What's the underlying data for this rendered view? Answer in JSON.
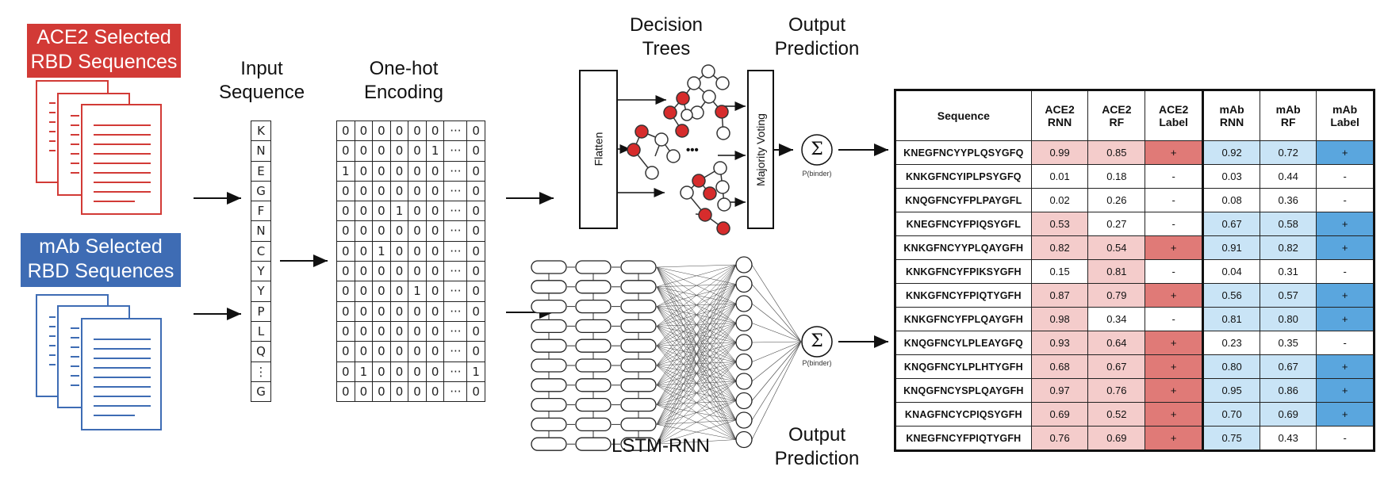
{
  "sources": {
    "ace2": {
      "line1": "ACE2 Selected",
      "line2": "RBD Sequences",
      "color": "#d23a36"
    },
    "mab": {
      "line1": "mAb Selected",
      "line2": "RBD Sequences",
      "color": "#3e6cb4"
    }
  },
  "input_sequence": {
    "title_line1": "Input",
    "title_line2": "Sequence",
    "residues": [
      "K",
      "N",
      "E",
      "G",
      "F",
      "N",
      "C",
      "Y",
      "Y",
      "P",
      "L",
      "Q",
      "⋮",
      "G"
    ]
  },
  "one_hot": {
    "title_line1": "One-hot",
    "title_line2": "Encoding",
    "rows": [
      [
        "0",
        "0",
        "0",
        "0",
        "0",
        "0",
        "···",
        "0"
      ],
      [
        "0",
        "0",
        "0",
        "0",
        "0",
        "1",
        "···",
        "0"
      ],
      [
        "1",
        "0",
        "0",
        "0",
        "0",
        "0",
        "···",
        "0"
      ],
      [
        "0",
        "0",
        "0",
        "0",
        "0",
        "0",
        "···",
        "0"
      ],
      [
        "0",
        "0",
        "0",
        "1",
        "0",
        "0",
        "···",
        "0"
      ],
      [
        "0",
        "0",
        "0",
        "0",
        "0",
        "0",
        "···",
        "0"
      ],
      [
        "0",
        "0",
        "1",
        "0",
        "0",
        "0",
        "···",
        "0"
      ],
      [
        "0",
        "0",
        "0",
        "0",
        "0",
        "0",
        "···",
        "0"
      ],
      [
        "0",
        "0",
        "0",
        "0",
        "1",
        "0",
        "···",
        "0"
      ],
      [
        "0",
        "0",
        "0",
        "0",
        "0",
        "0",
        "···",
        "0"
      ],
      [
        "0",
        "0",
        "0",
        "0",
        "0",
        "0",
        "···",
        "0"
      ],
      [
        "0",
        "0",
        "0",
        "0",
        "0",
        "0",
        "···",
        "0"
      ],
      [
        "0",
        "1",
        "0",
        "0",
        "0",
        "0",
        "···",
        "1"
      ],
      [
        "0",
        "0",
        "0",
        "0",
        "0",
        "0",
        "···",
        "0"
      ]
    ]
  },
  "rf": {
    "trees_line1": "Decision",
    "trees_line2": "Trees",
    "output_line1": "Output",
    "output_line2": "Prediction",
    "flatten": "Flatten",
    "voting": "Majority Voting",
    "dots": "•••",
    "sigma": "Σ",
    "pbinder": "P(binder)"
  },
  "lstm": {
    "name": "LSTM-RNN",
    "output_line1": "Output",
    "output_line2": "Prediction",
    "sigma": "Σ",
    "pbinder": "P(binder)"
  },
  "colors": {
    "red_node": "#d62c2c",
    "red_dark": "#e07a77",
    "red_light": "#f4cccb",
    "blue_dark": "#5aa6de",
    "blue_light": "#c9e4f6"
  },
  "table": {
    "headers": [
      "Sequence",
      "ACE2\nRNN",
      "ACE2\nRF",
      "ACE2\nLabel",
      "mAb\nRNN",
      "mAb\nRF",
      "mAb\nLabel"
    ],
    "rows": [
      {
        "seq": "KNEGFNCYYPLQSYGFQ",
        "ace2_rnn": "0.99",
        "ace2_rf": "0.85",
        "ace2_label": "+",
        "mab_rnn": "0.92",
        "mab_rf": "0.72",
        "mab_label": "+"
      },
      {
        "seq": "KNKGFNCYIPLPSYGFQ",
        "ace2_rnn": "0.01",
        "ace2_rf": "0.18",
        "ace2_label": "-",
        "mab_rnn": "0.03",
        "mab_rf": "0.44",
        "mab_label": "-"
      },
      {
        "seq": "KNQGFNCYFPLPAYGFL",
        "ace2_rnn": "0.02",
        "ace2_rf": "0.26",
        "ace2_label": "-",
        "mab_rnn": "0.08",
        "mab_rf": "0.36",
        "mab_label": "-"
      },
      {
        "seq": "KNEGFNCYFPIQSYGFL",
        "ace2_rnn": "0.53",
        "ace2_rf": "0.27",
        "ace2_label": "-",
        "mab_rnn": "0.67",
        "mab_rf": "0.58",
        "mab_label": "+"
      },
      {
        "seq": "KNKGFNCYYPLQAYGFH",
        "ace2_rnn": "0.82",
        "ace2_rf": "0.54",
        "ace2_label": "+",
        "mab_rnn": "0.91",
        "mab_rf": "0.82",
        "mab_label": "+"
      },
      {
        "seq": "KNKGFNCYFPIKSYGFH",
        "ace2_rnn": "0.15",
        "ace2_rf": "0.81",
        "ace2_label": "-",
        "mab_rnn": "0.04",
        "mab_rf": "0.31",
        "mab_label": "-"
      },
      {
        "seq": "KNKGFNCYFPIQTYGFH",
        "ace2_rnn": "0.87",
        "ace2_rf": "0.79",
        "ace2_label": "+",
        "mab_rnn": "0.56",
        "mab_rf": "0.57",
        "mab_label": "+"
      },
      {
        "seq": "KNKGFNCYFPLQAYGFH",
        "ace2_rnn": "0.98",
        "ace2_rf": "0.34",
        "ace2_label": "-",
        "mab_rnn": "0.81",
        "mab_rf": "0.80",
        "mab_label": "+"
      },
      {
        "seq": "KNQGFNCYLPLEAYGFQ",
        "ace2_rnn": "0.93",
        "ace2_rf": "0.64",
        "ace2_label": "+",
        "mab_rnn": "0.23",
        "mab_rf": "0.35",
        "mab_label": "-"
      },
      {
        "seq": "KNQGFNCYLPLHTYGFH",
        "ace2_rnn": "0.68",
        "ace2_rf": "0.67",
        "ace2_label": "+",
        "mab_rnn": "0.80",
        "mab_rf": "0.67",
        "mab_label": "+"
      },
      {
        "seq": "KNQGFNCYSPLQAYGFH",
        "ace2_rnn": "0.97",
        "ace2_rf": "0.76",
        "ace2_label": "+",
        "mab_rnn": "0.95",
        "mab_rf": "0.86",
        "mab_label": "+"
      },
      {
        "seq": "KNAGFNCYCPIQSYGFH",
        "ace2_rnn": "0.69",
        "ace2_rf": "0.52",
        "ace2_label": "+",
        "mab_rnn": "0.70",
        "mab_rf": "0.69",
        "mab_label": "+"
      },
      {
        "seq": "KNEGFNCYFPIQTYGFH",
        "ace2_rnn": "0.76",
        "ace2_rf": "0.69",
        "ace2_label": "+",
        "mab_rnn": "0.75",
        "mab_rf": "0.43",
        "mab_label": "-"
      }
    ]
  }
}
